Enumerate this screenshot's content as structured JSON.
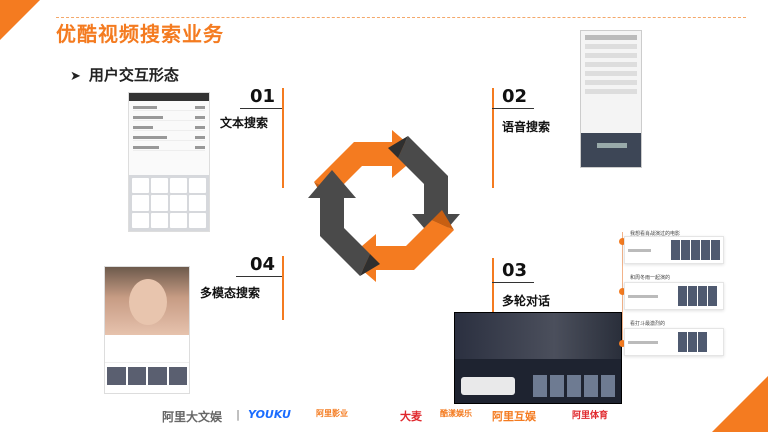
{
  "header": {
    "title": "优酷视频搜索业务",
    "subtitle_arrow": "➤",
    "subtitle": "用户交互形态"
  },
  "modes": [
    {
      "number": "01",
      "label": "文本搜索"
    },
    {
      "number": "02",
      "label": "语音搜索"
    },
    {
      "number": "03",
      "label": "多轮对话"
    },
    {
      "number": "04",
      "label": "多模态搜索"
    }
  ],
  "chat_questions": [
    "我想看肖战演过的电影",
    "和周冬雨一起演的",
    "看打斗最激烈的"
  ],
  "footer": {
    "logos": [
      "阿里大文娱",
      "|",
      "YOUKU",
      "阿里影业",
      "大麦",
      "酷漾娱乐",
      "阿里互娱",
      "阿里体育"
    ]
  },
  "colors": {
    "accent": "#f47b20",
    "gray": "#4a4a4a"
  }
}
